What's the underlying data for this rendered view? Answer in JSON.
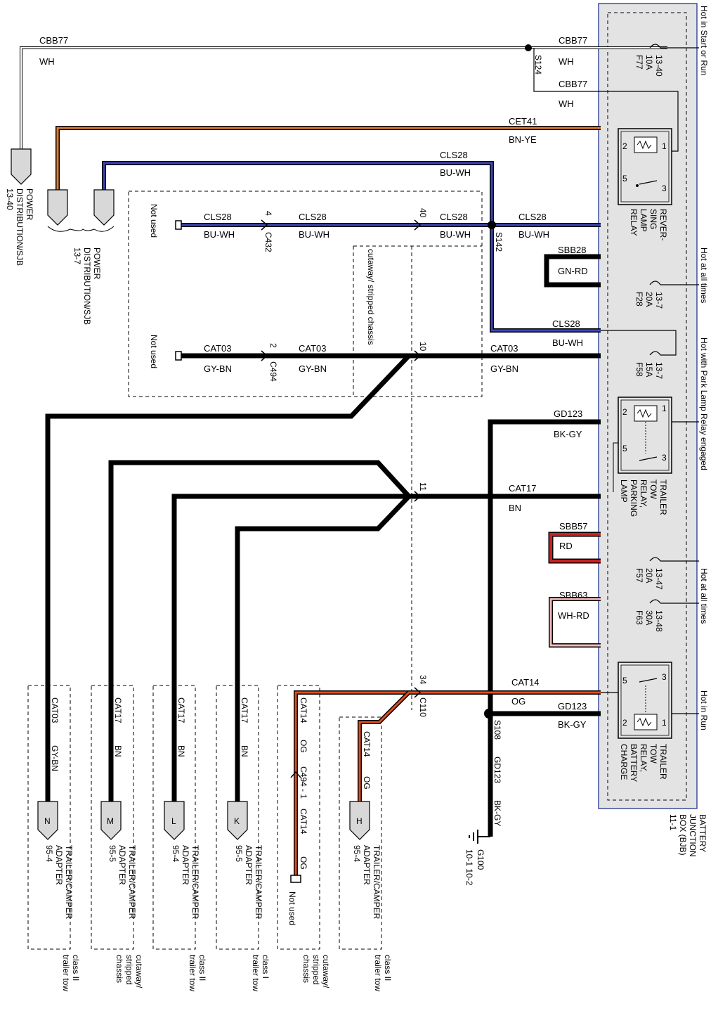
{
  "power_top": {
    "circuit": "CBB77",
    "color": "WH"
  },
  "power_top_right": {
    "circuit": "CBB77",
    "color": "WH"
  },
  "power_top_right2": {
    "circuit": "CBB77",
    "color": "WH"
  },
  "splice_s124": "S124",
  "cet41": {
    "circuit": "CET41",
    "color": "BN-YE"
  },
  "cls28_top": {
    "circuit": "CLS28",
    "color": "BU-WH"
  },
  "cls28_c432_left": {
    "circuit": "CLS28",
    "color": "BU-WH"
  },
  "cls28_c432_mid": {
    "circuit": "CLS28",
    "color": "BU-WH"
  },
  "cls28_c110": {
    "circuit": "CLS28",
    "color": "BU-WH"
  },
  "cls28_right": {
    "circuit": "CLS28",
    "color": "BU-WH"
  },
  "cls28_lower": {
    "circuit": "CLS28",
    "color": "BU-WH"
  },
  "splice_s142": "S142",
  "sbb28": {
    "circuit": "SBB28",
    "color": "GN-RD"
  },
  "cat03_left": {
    "circuit": "CAT03",
    "color": "GY-BN"
  },
  "cat03_mid": {
    "circuit": "CAT03",
    "color": "GY-BN"
  },
  "cat03_right": {
    "circuit": "CAT03",
    "color": "GY-BN"
  },
  "gd123_top": {
    "circuit": "GD123",
    "color": "BK-GY"
  },
  "cat17_right": {
    "circuit": "CAT17",
    "color": "BN"
  },
  "sbb57": {
    "circuit": "SBB57",
    "color": "RD"
  },
  "sbb63": {
    "circuit": "SBB63",
    "color": "WH-RD"
  },
  "cat14_right": {
    "circuit": "CAT14",
    "color": "OG"
  },
  "gd123_bottom": {
    "circuit": "GD123",
    "color": "BK-GY"
  },
  "splice_s108": "S108",
  "gd123_vertical": {
    "circuit": "GD123",
    "color": "BK-GY"
  },
  "ground": {
    "name": "G100",
    "refs": "10-1   10-2"
  },
  "not_used": "Not used",
  "cutaway_note": "cutaway/ stripped chassis",
  "conn_c432": {
    "pin": "4",
    "name": "C432"
  },
  "conn_c494_top": {
    "pin": "2",
    "name": "C494"
  },
  "conn_c110_pins": [
    "40",
    "10",
    "11",
    "34"
  ],
  "conn_c110": "C110",
  "conn_c494_bottom": "C494 - 1",
  "fuses": [
    {
      "name": "F77",
      "amps": "10A",
      "ref": "13-40"
    },
    {
      "name": "F28",
      "amps": "20A",
      "ref": "13-7"
    },
    {
      "name": "F58",
      "amps": "15A",
      "ref": "13-7"
    },
    {
      "name": "F57",
      "amps": "20A",
      "ref": "13-47"
    },
    {
      "name": "F63",
      "amps": "30A",
      "ref": "13-48"
    }
  ],
  "relays": [
    {
      "l1": "REVER-",
      "l2": "SING",
      "l3": "LAMP",
      "l4": "RELAY"
    },
    {
      "l1": "TRAILER",
      "l2": "TOW",
      "l3": "RELAY,",
      "l4": "PARKING",
      "l5": "LAMP"
    },
    {
      "l1": "TRAILER",
      "l2": "TOW",
      "l3": "RELAY,",
      "l4": "BATTERY",
      "l5": "CHARGE"
    }
  ],
  "relay_pins": {
    "p1": "1",
    "p2": "2",
    "p3": "3",
    "p5": "5"
  },
  "bjb": {
    "l1": "BATTERY",
    "l2": "JUNCTION",
    "l3": "BOX (BJB)",
    "l4": "11-1"
  },
  "hot_labels": [
    "Hot in Start or Run",
    "Hot at all times",
    "Hot with Park Lamp Relay engaged",
    "Hot at all times",
    "Hot in Run"
  ],
  "power_dist_left": {
    "l1": "POWER",
    "l2": "DISTRIBUTION/SJB",
    "l3": "13-40"
  },
  "power_dist_mid": {
    "l1": "POWER",
    "l2": "DISTRIBUTION/SJB",
    "l3": "13-7"
  },
  "bottom_connectors": [
    {
      "id": "N",
      "wire": "CAT03",
      "color": "GY-BN",
      "name": "TRAILER/CAMPER",
      "name2": "ADAPTER",
      "ref": "95-4",
      "note1": "class II",
      "note2": "trailer tow"
    },
    {
      "id": "M",
      "wire": "CAT17",
      "color": "BN",
      "name": "TRAILER/CAMPER",
      "name2": "ADAPTER",
      "ref": "95-5",
      "note1": "cutaway/",
      "note2": "stripped",
      "note3": "chassis"
    },
    {
      "id": "L",
      "wire": "CAT17",
      "color": "BN",
      "name": "TRAILER/CAMPER",
      "name2": "ADAPTER",
      "ref": "95-4",
      "note1": "class II",
      "note2": "trailer tow"
    },
    {
      "id": "K",
      "wire": "CAT17",
      "color": "BN",
      "name": "TRAILER/CAMPER",
      "name2": "ADAPTER",
      "ref": "95-5",
      "note1": "class I",
      "note2": "trailer tow"
    },
    {
      "id": "",
      "wire": "CAT14",
      "color": "OG",
      "wire2": "CAT14",
      "color2": "OG",
      "name": "Not used",
      "note1": "cutaway/",
      "note2": "stripped",
      "note3": "chassis"
    },
    {
      "id": "H",
      "wire": "CAT14",
      "color": "OG",
      "name": "TRAILER/CAMPER",
      "name2": "ADAPTER",
      "ref": "95-4",
      "note1": "class II",
      "note2": "trailer tow"
    }
  ]
}
